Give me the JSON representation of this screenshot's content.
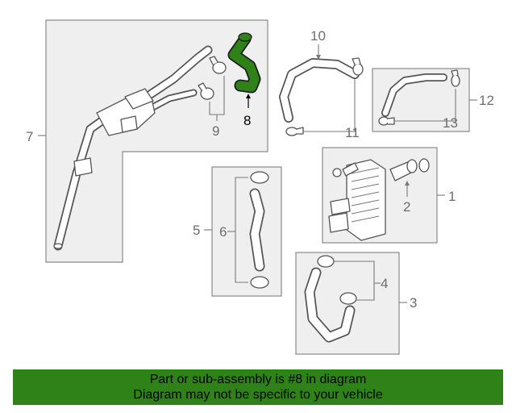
{
  "diagram": {
    "callouts": {
      "c1": "1",
      "c2": "2",
      "c3": "3",
      "c4": "4",
      "c5": "5",
      "c6": "6",
      "c7": "7",
      "c8": "8",
      "c9": "9",
      "c10": "10",
      "c11": "11",
      "c12": "12",
      "c13": "13"
    },
    "highlight_color": "#2f8217"
  },
  "banner": {
    "line1": "Part or sub-assembly is #8 in diagram",
    "line2": "Diagram may not be specific to your vehicle"
  }
}
